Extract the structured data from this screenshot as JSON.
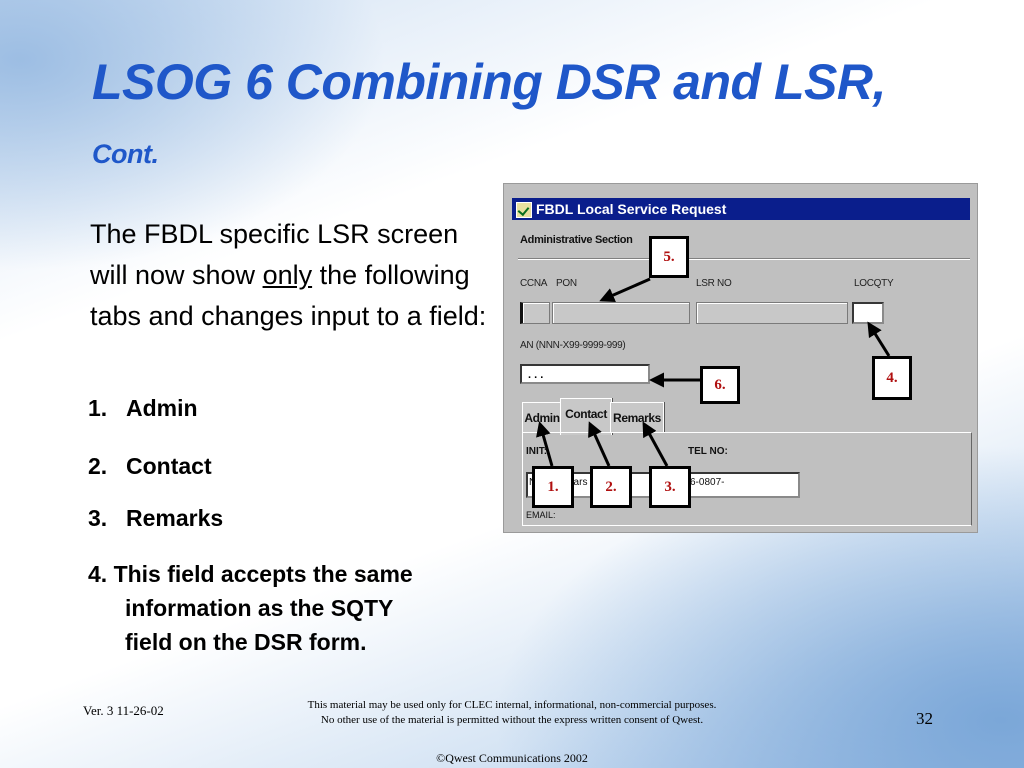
{
  "slide": {
    "title_main": "LSOG 6 Combining DSR and LSR,",
    "title_cont": "Cont.",
    "intro_before": "The FBDL specific LSR screen will now show ",
    "intro_emph": "only",
    "intro_after": " the following tabs and changes input to a field:",
    "items": [
      {
        "num": "1.",
        "label": "Admin"
      },
      {
        "num": "2.",
        "label": "Contact"
      },
      {
        "num": "3.",
        "label": "Remarks"
      }
    ],
    "item4_line1": "4. This field accepts the same",
    "item4_line2": "information as the  SQTY",
    "item4_line3": "field on the DSR form."
  },
  "screenshot": {
    "window_title": "FBDL Local Service Request",
    "section_label": "Administrative Section",
    "field_labels": {
      "ccna": "CCNA",
      "pon": "PON",
      "lsr_no": "LSR NO",
      "locqty": "LOCQTY",
      "an": "AN (NNN-X99-9999-999)"
    },
    "an_value": ". . .",
    "tabs": [
      "Admin",
      "Contact",
      "Remarks"
    ],
    "init_label": "INIT:",
    "tel_label": "TEL NO:",
    "email_label": "EMAIL:",
    "init_partial": "N",
    "init_partial2": "nars",
    "tel_partial": "6-0807-",
    "callouts": [
      "1.",
      "2.",
      "3.",
      "4.",
      "5.",
      "6."
    ]
  },
  "footer": {
    "version": "Ver. 3   11-26-02",
    "note_line1": "This material may be used only for CLEC internal, informational, non-commercial purposes.",
    "note_line2": "No other use of the material is permitted without the express written consent of Qwest.",
    "page_number": "32",
    "copyright": "©Qwest Communications 2002"
  },
  "colors": {
    "title": "#1f57c9",
    "callout_text": "#b01010",
    "titlebar": "#0a1e8c"
  }
}
